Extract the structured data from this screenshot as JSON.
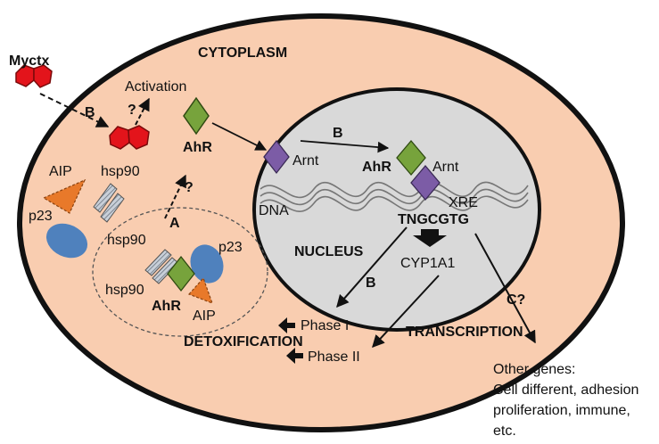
{
  "labels": {
    "myctx": "Myctx",
    "cytoplasm": "CYTOPLASM",
    "activation": "Activation",
    "b_top_left": "B",
    "q_top": "?",
    "ahr_main": "AhR",
    "aip_left": "AIP",
    "hsp90_left": "hsp90",
    "p23_left": "p23",
    "q_mid": "?",
    "a_label": "A",
    "hsp90_complex_top": "hsp90",
    "hsp90_complex_bottom": "hsp90",
    "p23_complex": "p23",
    "ahr_complex": "AhR",
    "aip_complex": "AIP",
    "arnt_left": "Arnt",
    "b_nucleus": "B",
    "ahr_nucleus": "AhR",
    "arnt_right": "Arnt",
    "dna": "DNA",
    "xre": "XRE",
    "tngcgtg": "TNGCGTG",
    "nucleus": "NUCLEUS",
    "cyp1a1": "CYP1A1",
    "b_bottom": "B",
    "phase1": "Phase I",
    "phase2": "Phase II",
    "detoxification": "DETOXIFICATION",
    "transcription": "TRANSCRIPTION",
    "c_label": "C?"
  },
  "other_genes": [
    "Other genes:",
    "Cell different, adhesion",
    "proliferation, immune,",
    "etc."
  ],
  "colors": {
    "cell_fill": "#f9cdb0",
    "nucleus_fill": "#d9d9d9",
    "ahr_green": "#77a33c",
    "arnt_purple": "#7c5ca6",
    "aip_orange": "#e8792a",
    "p23_blue": "#4f81bd",
    "myctx_red": "#e3141b"
  }
}
